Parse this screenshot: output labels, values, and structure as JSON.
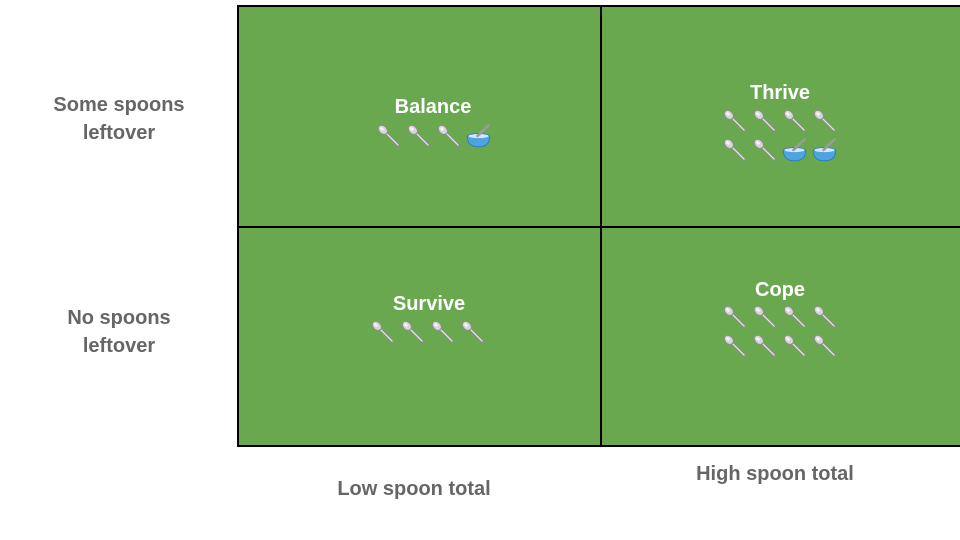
{
  "rows": [
    "Some spoons leftover",
    "No spoons leftover"
  ],
  "columns": [
    "Low spoon total",
    "High spoon total"
  ],
  "colors": {
    "cell": "#6aa84f",
    "label": "#666666",
    "border": "#000000",
    "bowl": "#4fa3e0"
  },
  "quadrants": {
    "balance": {
      "title": "Balance",
      "icons": [
        "spoon-icon",
        "spoon-icon",
        "spoon-icon",
        "bowl-icon"
      ]
    },
    "thrive": {
      "title": "Thrive",
      "icons": [
        "spoon-icon",
        "spoon-icon",
        "spoon-icon",
        "spoon-icon",
        "spoon-icon",
        "spoon-icon",
        "bowl-icon",
        "bowl-icon"
      ]
    },
    "survive": {
      "title": "Survive",
      "icons": [
        "spoon-icon",
        "spoon-icon",
        "spoon-icon",
        "spoon-icon"
      ]
    },
    "cope": {
      "title": "Cope",
      "icons": [
        "spoon-icon",
        "spoon-icon",
        "spoon-icon",
        "spoon-icon",
        "spoon-icon",
        "spoon-icon",
        "spoon-icon",
        "spoon-icon"
      ]
    }
  }
}
